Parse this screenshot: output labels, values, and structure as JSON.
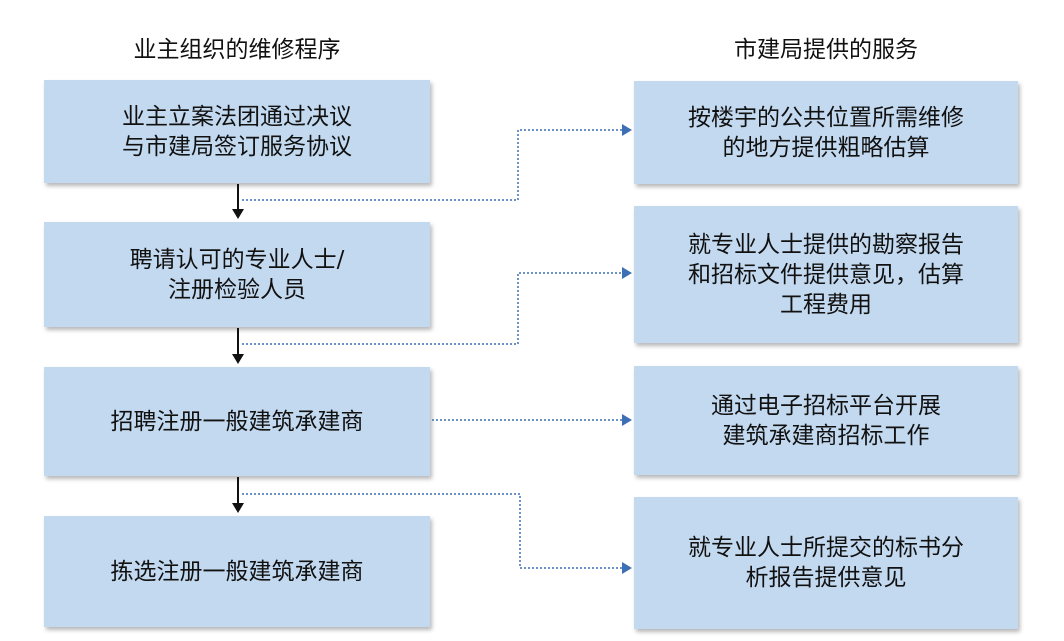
{
  "left_column": {
    "title": "业主组织的维修程序",
    "steps": [
      {
        "text": "业主立案法团通过决议\n与市建局签订服务协议"
      },
      {
        "text": "聘请认可的专业人士/\n注册检验人员"
      },
      {
        "text": "招聘注册一般建筑承建商"
      },
      {
        "text": "拣选注册一般建筑承建商"
      }
    ]
  },
  "right_column": {
    "title": "市建局提供的服务",
    "services": [
      {
        "text": "按楼宇的公共位置所需维修\n的地方提供粗略估算"
      },
      {
        "text": "就专业人士提供的勘察报告\n和招标文件提供意见，估算\n工程费用"
      },
      {
        "text": "通过电子招标平台开展\n建筑承建商招标工作"
      },
      {
        "text": "就专业人士所提交的标书分\n析报告提供意见"
      }
    ]
  },
  "colors": {
    "box_fill": "#c3d9f0",
    "flow_arrow": "#111111",
    "link_line": "#3c6fb4",
    "text": "#111111"
  }
}
